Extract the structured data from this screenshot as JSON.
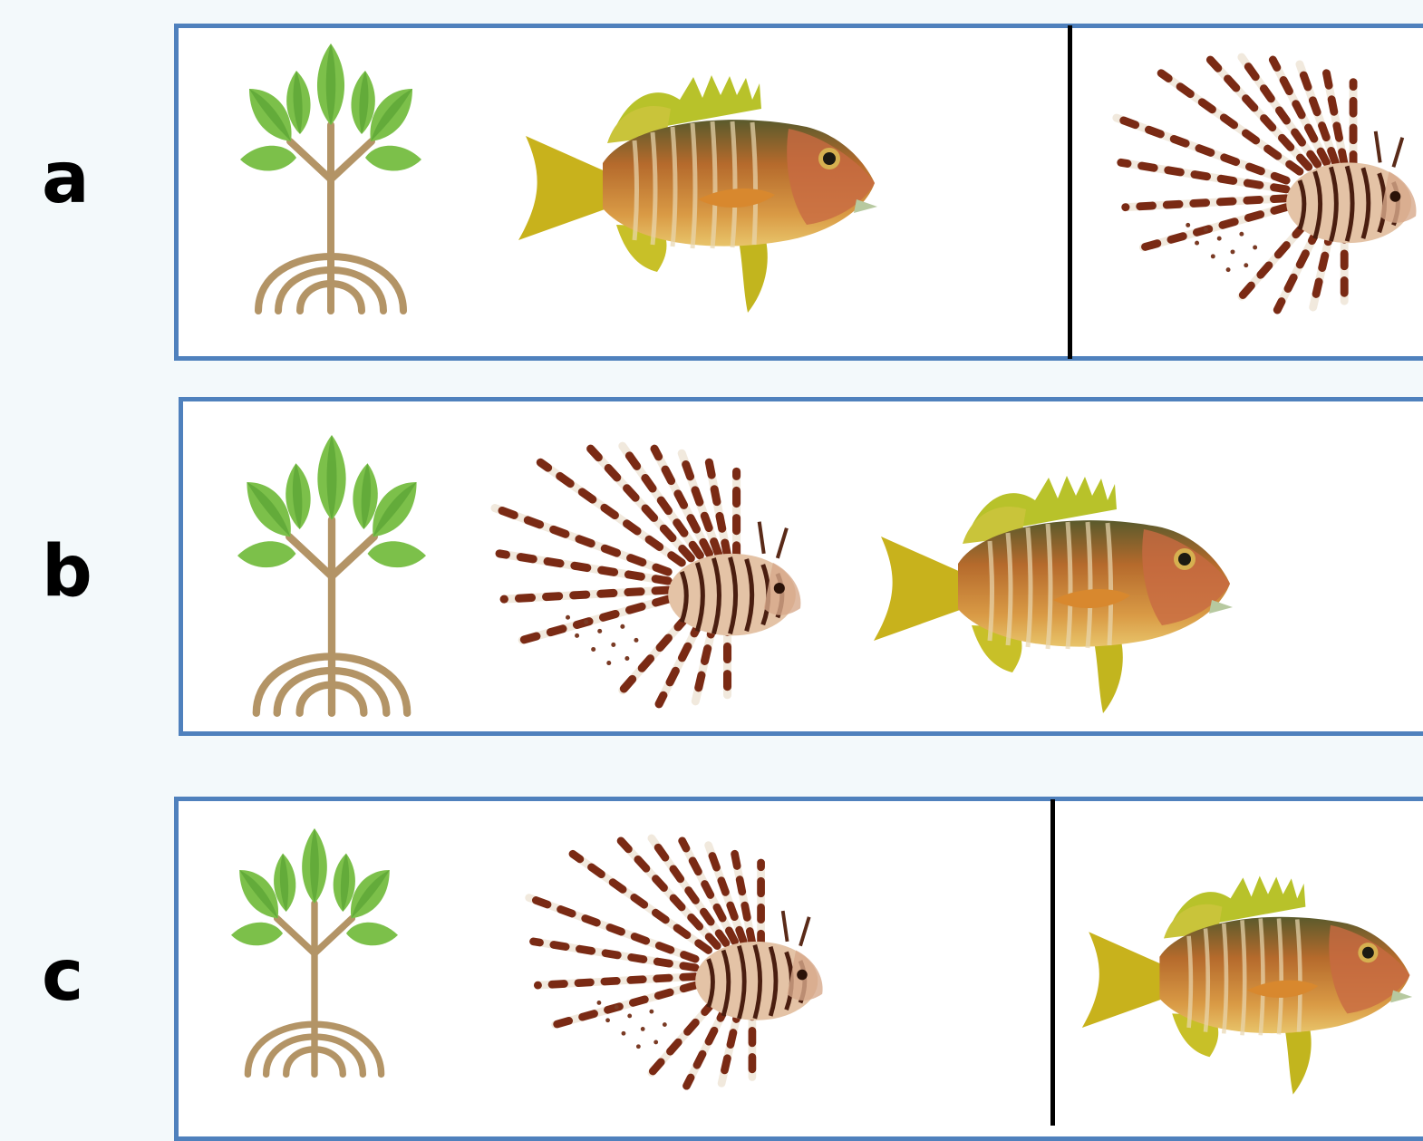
{
  "colors": {
    "background": "#f3f9fb",
    "panel_border": "#4f81bd",
    "divider": "#000000",
    "leaf": "#7cc04a",
    "leaf_dark": "#4f9a2e",
    "trunk": "#b39466"
  },
  "panels": [
    {
      "label": "a",
      "organisms": [
        "mangrove-icon",
        "snapper-fish",
        "lionfish"
      ],
      "has_divider": true
    },
    {
      "label": "b",
      "organisms": [
        "mangrove-icon",
        "lionfish",
        "snapper-fish"
      ],
      "has_divider": false
    },
    {
      "label": "c",
      "organisms": [
        "mangrove-icon",
        "lionfish",
        "snapper-fish"
      ],
      "has_divider": true
    }
  ]
}
